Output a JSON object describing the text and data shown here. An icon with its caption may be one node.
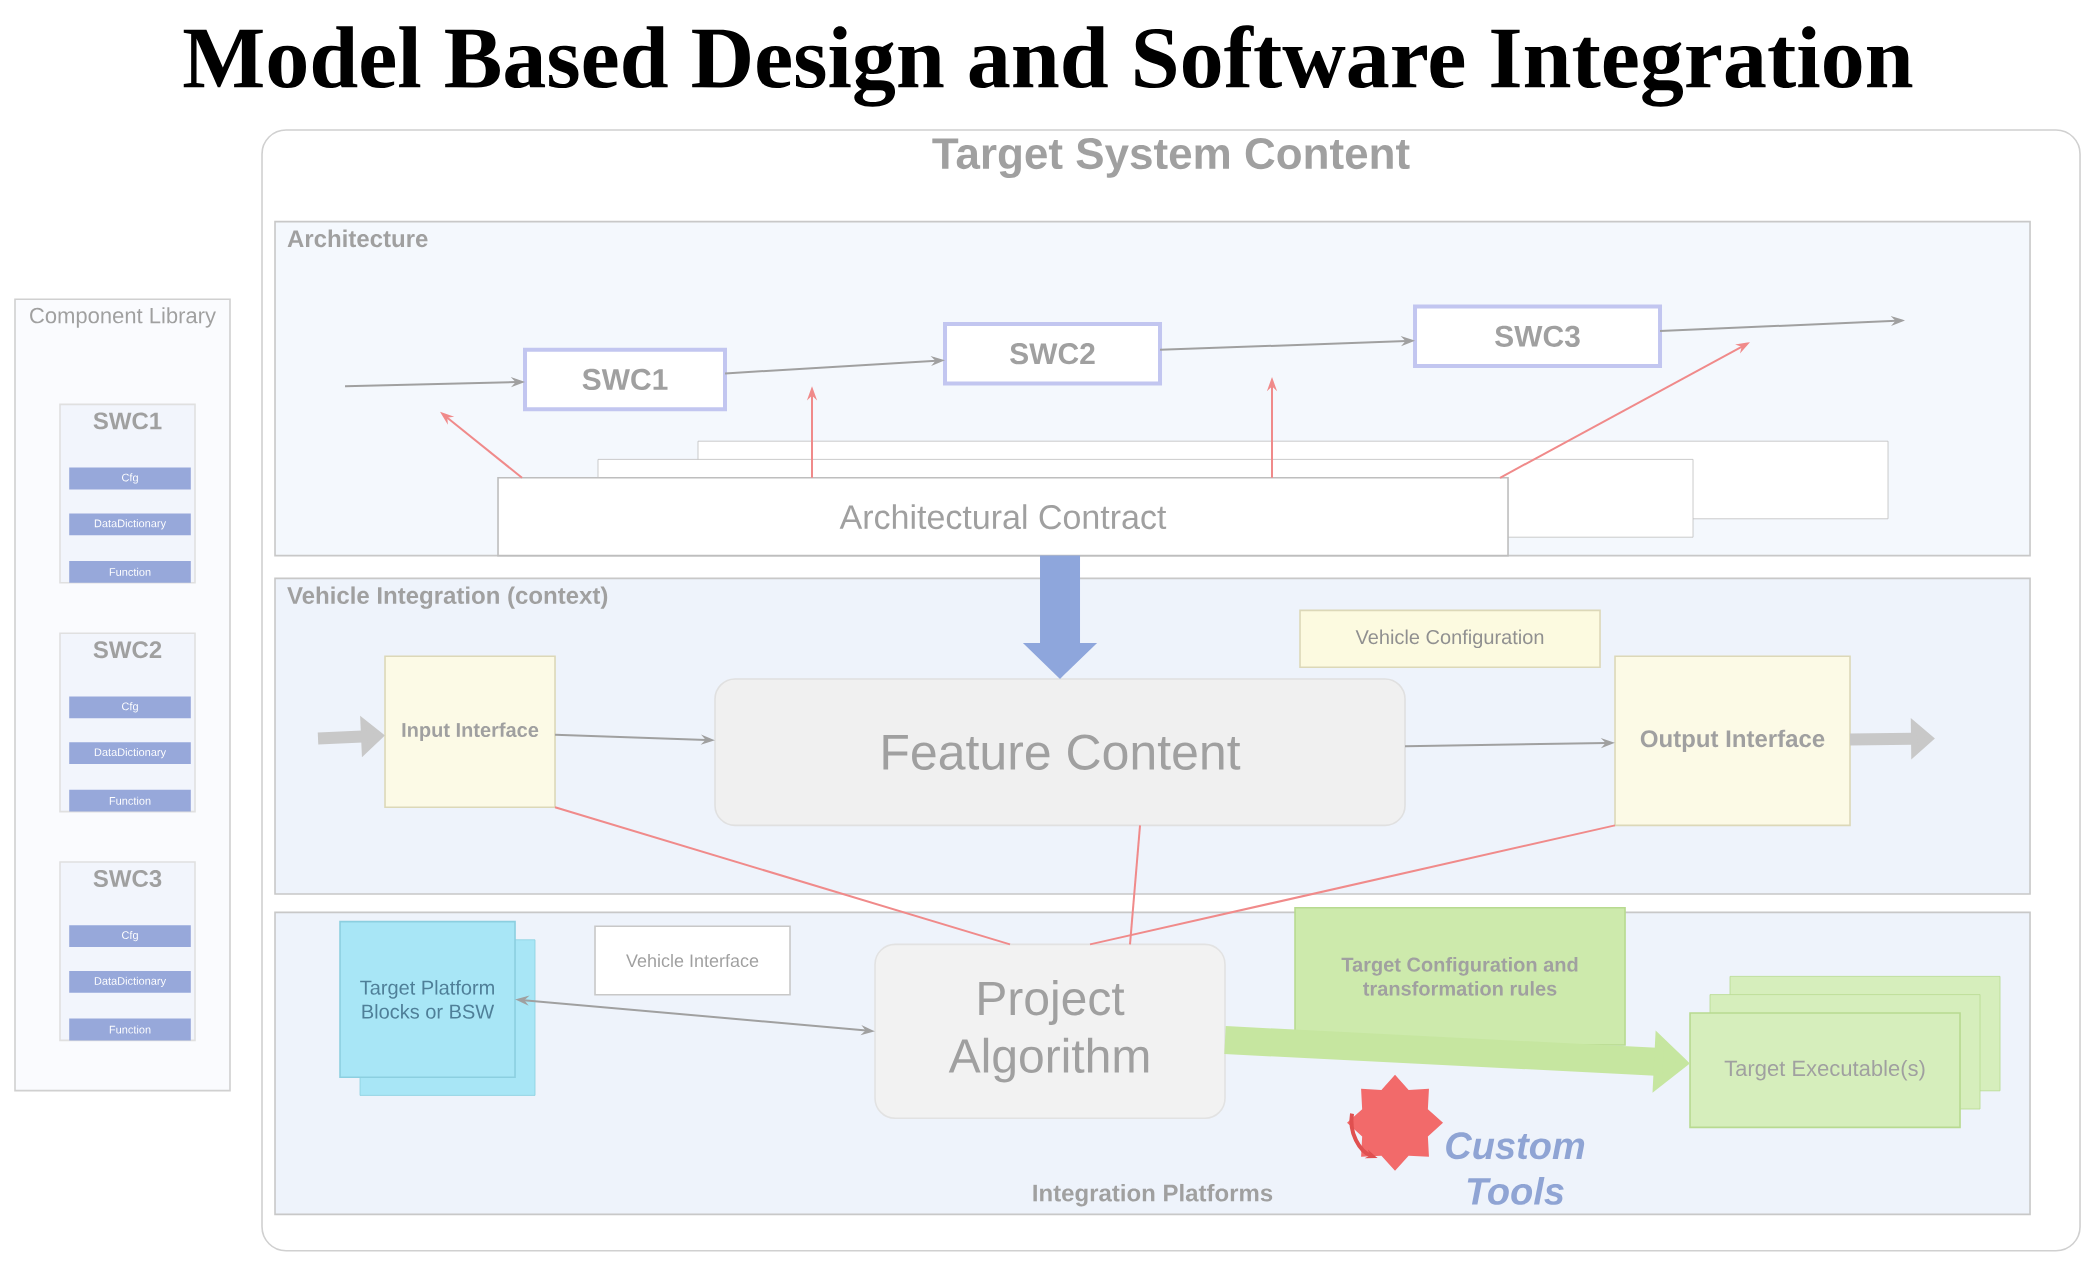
{
  "diagram": {
    "title": "Model Based Design and Software Integration",
    "nodes": [
      {
        "text": [
          "Component Library"
        ]
      },
      {
        "text": [
          "SWC1"
        ],
        "in": 0
      },
      {
        "text": [
          "Cfg"
        ],
        "in": 1
      },
      {
        "text": [
          "DataDictionary"
        ],
        "in": 1
      },
      {
        "text": [
          "Function"
        ],
        "in": 1
      },
      {
        "text": [
          "SWC2"
        ],
        "in": 0
      },
      {
        "text": [
          "Cfg"
        ],
        "in": 5
      },
      {
        "text": [
          "DataDictionary"
        ],
        "in": 5
      },
      {
        "text": [
          "Function"
        ],
        "in": 5
      },
      {
        "text": [
          "SWC3"
        ],
        "in": 0
      },
      {
        "text": [
          "Cfg"
        ],
        "in": 9
      },
      {
        "text": [
          "DataDictionary"
        ],
        "in": 9
      },
      {
        "text": [
          "Function"
        ],
        "in": 9
      },
      {
        "text": [
          "Target System Content"
        ]
      },
      {
        "text": [
          "Architecture"
        ],
        "in": 13
      },
      {
        "text": [
          "SWC1"
        ],
        "in": 14
      },
      {
        "text": [
          "SWC2"
        ],
        "in": 14
      },
      {
        "text": [
          "SWC3"
        ],
        "in": 14
      },
      {
        "text": [
          "Architectural Contract"
        ],
        "in": 14
      },
      {
        "text": [
          "Vehicle Integration (context)"
        ],
        "in": 13
      },
      {
        "text": [
          "Input Interface"
        ],
        "in": 19
      },
      {
        "text": [
          "Feature Content"
        ],
        "in": 19
      },
      {
        "text": [
          "Vehicle Configuration"
        ],
        "in": 19
      },
      {
        "text": [
          "Output Interface"
        ],
        "in": 19
      },
      {
        "text": [
          "Integration Platforms"
        ],
        "in": 13
      },
      {
        "text": [
          "Target Platform Blocks or BSW"
        ],
        "in": 24
      },
      {
        "text": [
          "Vehicle Interface"
        ],
        "in": 24
      },
      {
        "text": [
          "Project Algorithm"
        ],
        "in": 24
      },
      {
        "text": [
          "Target Configuration and transformation rules"
        ],
        "in": 24
      },
      {
        "text": [
          "Custom Tools"
        ],
        "in": 24
      },
      {
        "text": [
          "Target Executable(s)"
        ],
        "in": 24
      }
    ],
    "edges": [
      {
        "from": null,
        "to": 15,
        "arrow": "to"
      },
      {
        "from": 15,
        "to": 16,
        "arrow": "to"
      },
      {
        "from": 16,
        "to": 17,
        "arrow": "to"
      },
      {
        "from": 17,
        "to": null,
        "arrow": "to"
      },
      {
        "from": 18,
        "to": null,
        "arrow": "to",
        "color": "#f08a8a"
      },
      {
        "from": 18,
        "to": null,
        "arrow": "to",
        "color": "#f08a8a"
      },
      {
        "from": 18,
        "to": null,
        "arrow": "to",
        "color": "#f08a8a"
      },
      {
        "from": 18,
        "to": null,
        "arrow": "to",
        "color": "#f08a8a"
      },
      {
        "from": 18,
        "to": 21,
        "arrow": "to",
        "style": "thick",
        "color": "#8ea6dc"
      },
      {
        "from": null,
        "to": 20,
        "arrow": "to",
        "style": "thick"
      },
      {
        "from": 20,
        "to": 21,
        "arrow": "to"
      },
      {
        "from": 21,
        "to": 23,
        "arrow": "to"
      },
      {
        "from": 23,
        "to": null,
        "arrow": "to",
        "style": "thick"
      },
      {
        "from": 20,
        "to": 27,
        "arrow": "none",
        "color": "#f08a8a"
      },
      {
        "from": 21,
        "to": 27,
        "arrow": "none",
        "color": "#f08a8a"
      },
      {
        "from": 23,
        "to": 27,
        "arrow": "none",
        "color": "#f08a8a"
      },
      {
        "from": 25,
        "to": 27,
        "arrow": "both"
      },
      {
        "from": 27,
        "to": 30,
        "arrow": "to",
        "style": "thick",
        "color": "#c6e6a0"
      }
    ]
  }
}
